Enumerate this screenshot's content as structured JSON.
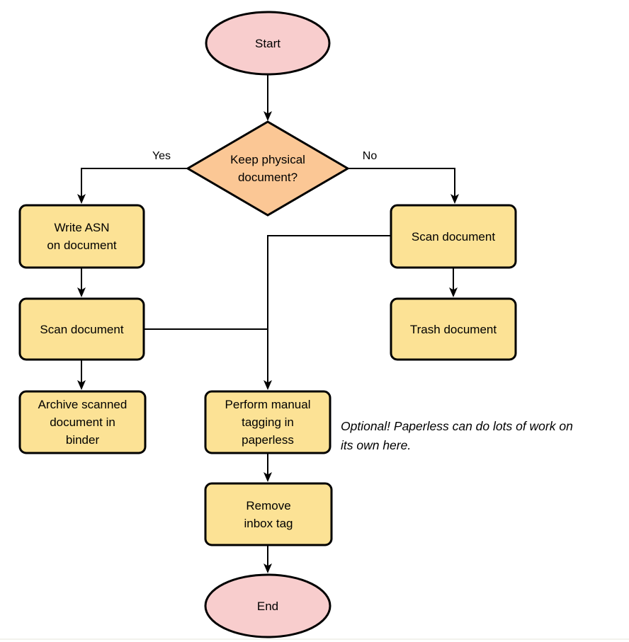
{
  "diagram": {
    "type": "flowchart",
    "nodes": {
      "start": {
        "type": "terminal",
        "label": "Start"
      },
      "decision": {
        "type": "decision",
        "label": "Keep physical\ndocument?"
      },
      "write_asn": {
        "type": "process",
        "label": "Write ASN\non document"
      },
      "scan_left": {
        "type": "process",
        "label": "Scan document"
      },
      "archive": {
        "type": "process",
        "label": "Archive scanned\ndocument in\nbinder"
      },
      "scan_right": {
        "type": "process",
        "label": "Scan document"
      },
      "trash": {
        "type": "process",
        "label": "Trash document"
      },
      "tagging": {
        "type": "process",
        "label": "Perform manual\ntagging in\npaperless"
      },
      "remove_inbox": {
        "type": "process",
        "label": "Remove\ninbox tag"
      },
      "end": {
        "type": "terminal",
        "label": "End"
      }
    },
    "edge_labels": {
      "yes": "Yes",
      "no": "No"
    },
    "edges": [
      {
        "from": "start",
        "to": "decision",
        "label": ""
      },
      {
        "from": "decision",
        "to": "write_asn",
        "label": "Yes"
      },
      {
        "from": "decision",
        "to": "scan_right",
        "label": "No"
      },
      {
        "from": "write_asn",
        "to": "scan_left",
        "label": ""
      },
      {
        "from": "scan_left",
        "to": "archive",
        "label": ""
      },
      {
        "from": "scan_left",
        "to": "tagging",
        "label": ""
      },
      {
        "from": "scan_right",
        "to": "trash",
        "label": ""
      },
      {
        "from": "scan_right",
        "to": "tagging",
        "label": ""
      },
      {
        "from": "tagging",
        "to": "remove_inbox",
        "label": ""
      },
      {
        "from": "remove_inbox",
        "to": "end",
        "label": ""
      }
    ],
    "note": {
      "text": "Optional! Paperless can do lots of work on\nits own here."
    },
    "colors": {
      "terminal_fill": "#F8CDCD",
      "decision_fill": "#FBC795",
      "process_fill": "#FCE295",
      "stroke": "#000000",
      "bottom_rule": "#F2F2ED"
    }
  }
}
